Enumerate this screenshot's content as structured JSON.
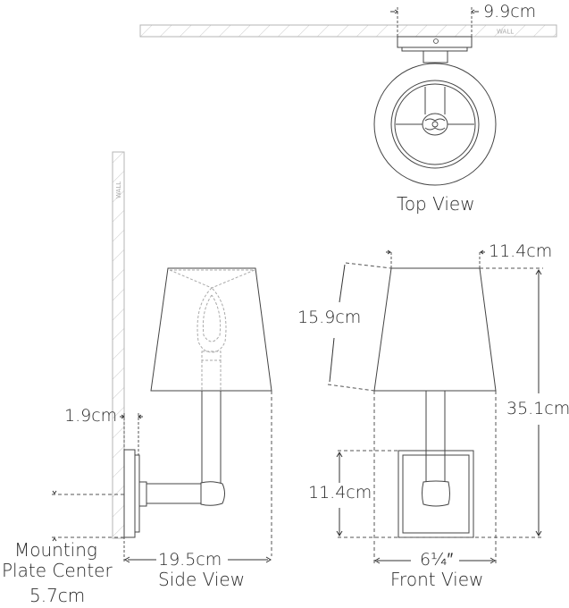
{
  "wall_label": "WALL",
  "top_view": {
    "title": "Top View",
    "depth_dim": "9.9cm"
  },
  "side_view": {
    "title": "Side View",
    "projection_dim": "19.5cm",
    "plate_depth_dim": "1.9cm",
    "mounting_label_line1": "Mounting",
    "mounting_label_line2": "Plate Center",
    "mounting_dim": "5.7cm"
  },
  "front_view": {
    "title": "Front View",
    "shade_top_width_dim": "11.4cm",
    "shade_height_dim": "15.9cm",
    "overall_height_dim": "35.1cm",
    "plate_height_dim": "11.4cm",
    "shade_bottom_width_dim": "6¼″"
  },
  "colors": {
    "line": "#3a3a3a",
    "light_line": "#9a9a9a",
    "text": "#2a2a2a"
  }
}
